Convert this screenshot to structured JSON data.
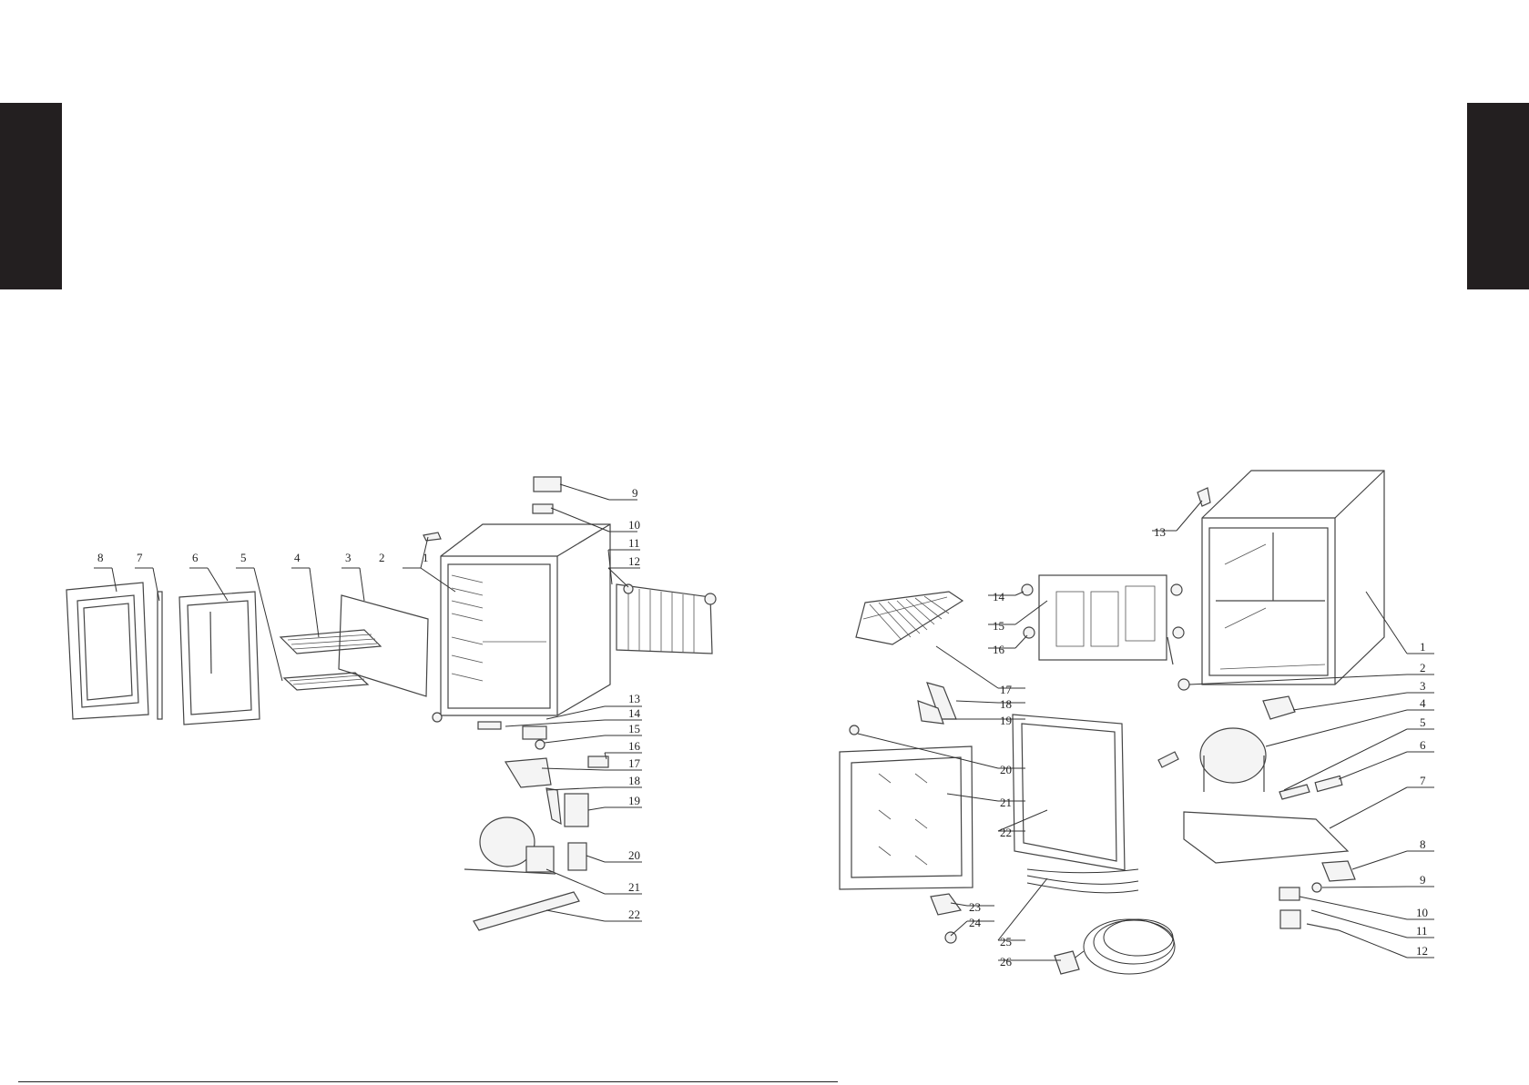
{
  "left_diagram": {
    "labels": [
      "1",
      "2",
      "3",
      "4",
      "5",
      "6",
      "7",
      "8",
      "9",
      "10",
      "11",
      "12",
      "13",
      "14",
      "15",
      "16",
      "17",
      "18",
      "19",
      "20",
      "21",
      "22"
    ]
  },
  "right_diagram": {
    "labels": [
      "1",
      "2",
      "3",
      "4",
      "5",
      "6",
      "7",
      "8",
      "9",
      "10",
      "11",
      "12",
      "13",
      "14",
      "15",
      "16",
      "17",
      "18",
      "19",
      "20",
      "21",
      "22",
      "23",
      "24",
      "25",
      "26"
    ]
  },
  "colors": {
    "tab": "#231f20",
    "line": "#333333"
  }
}
